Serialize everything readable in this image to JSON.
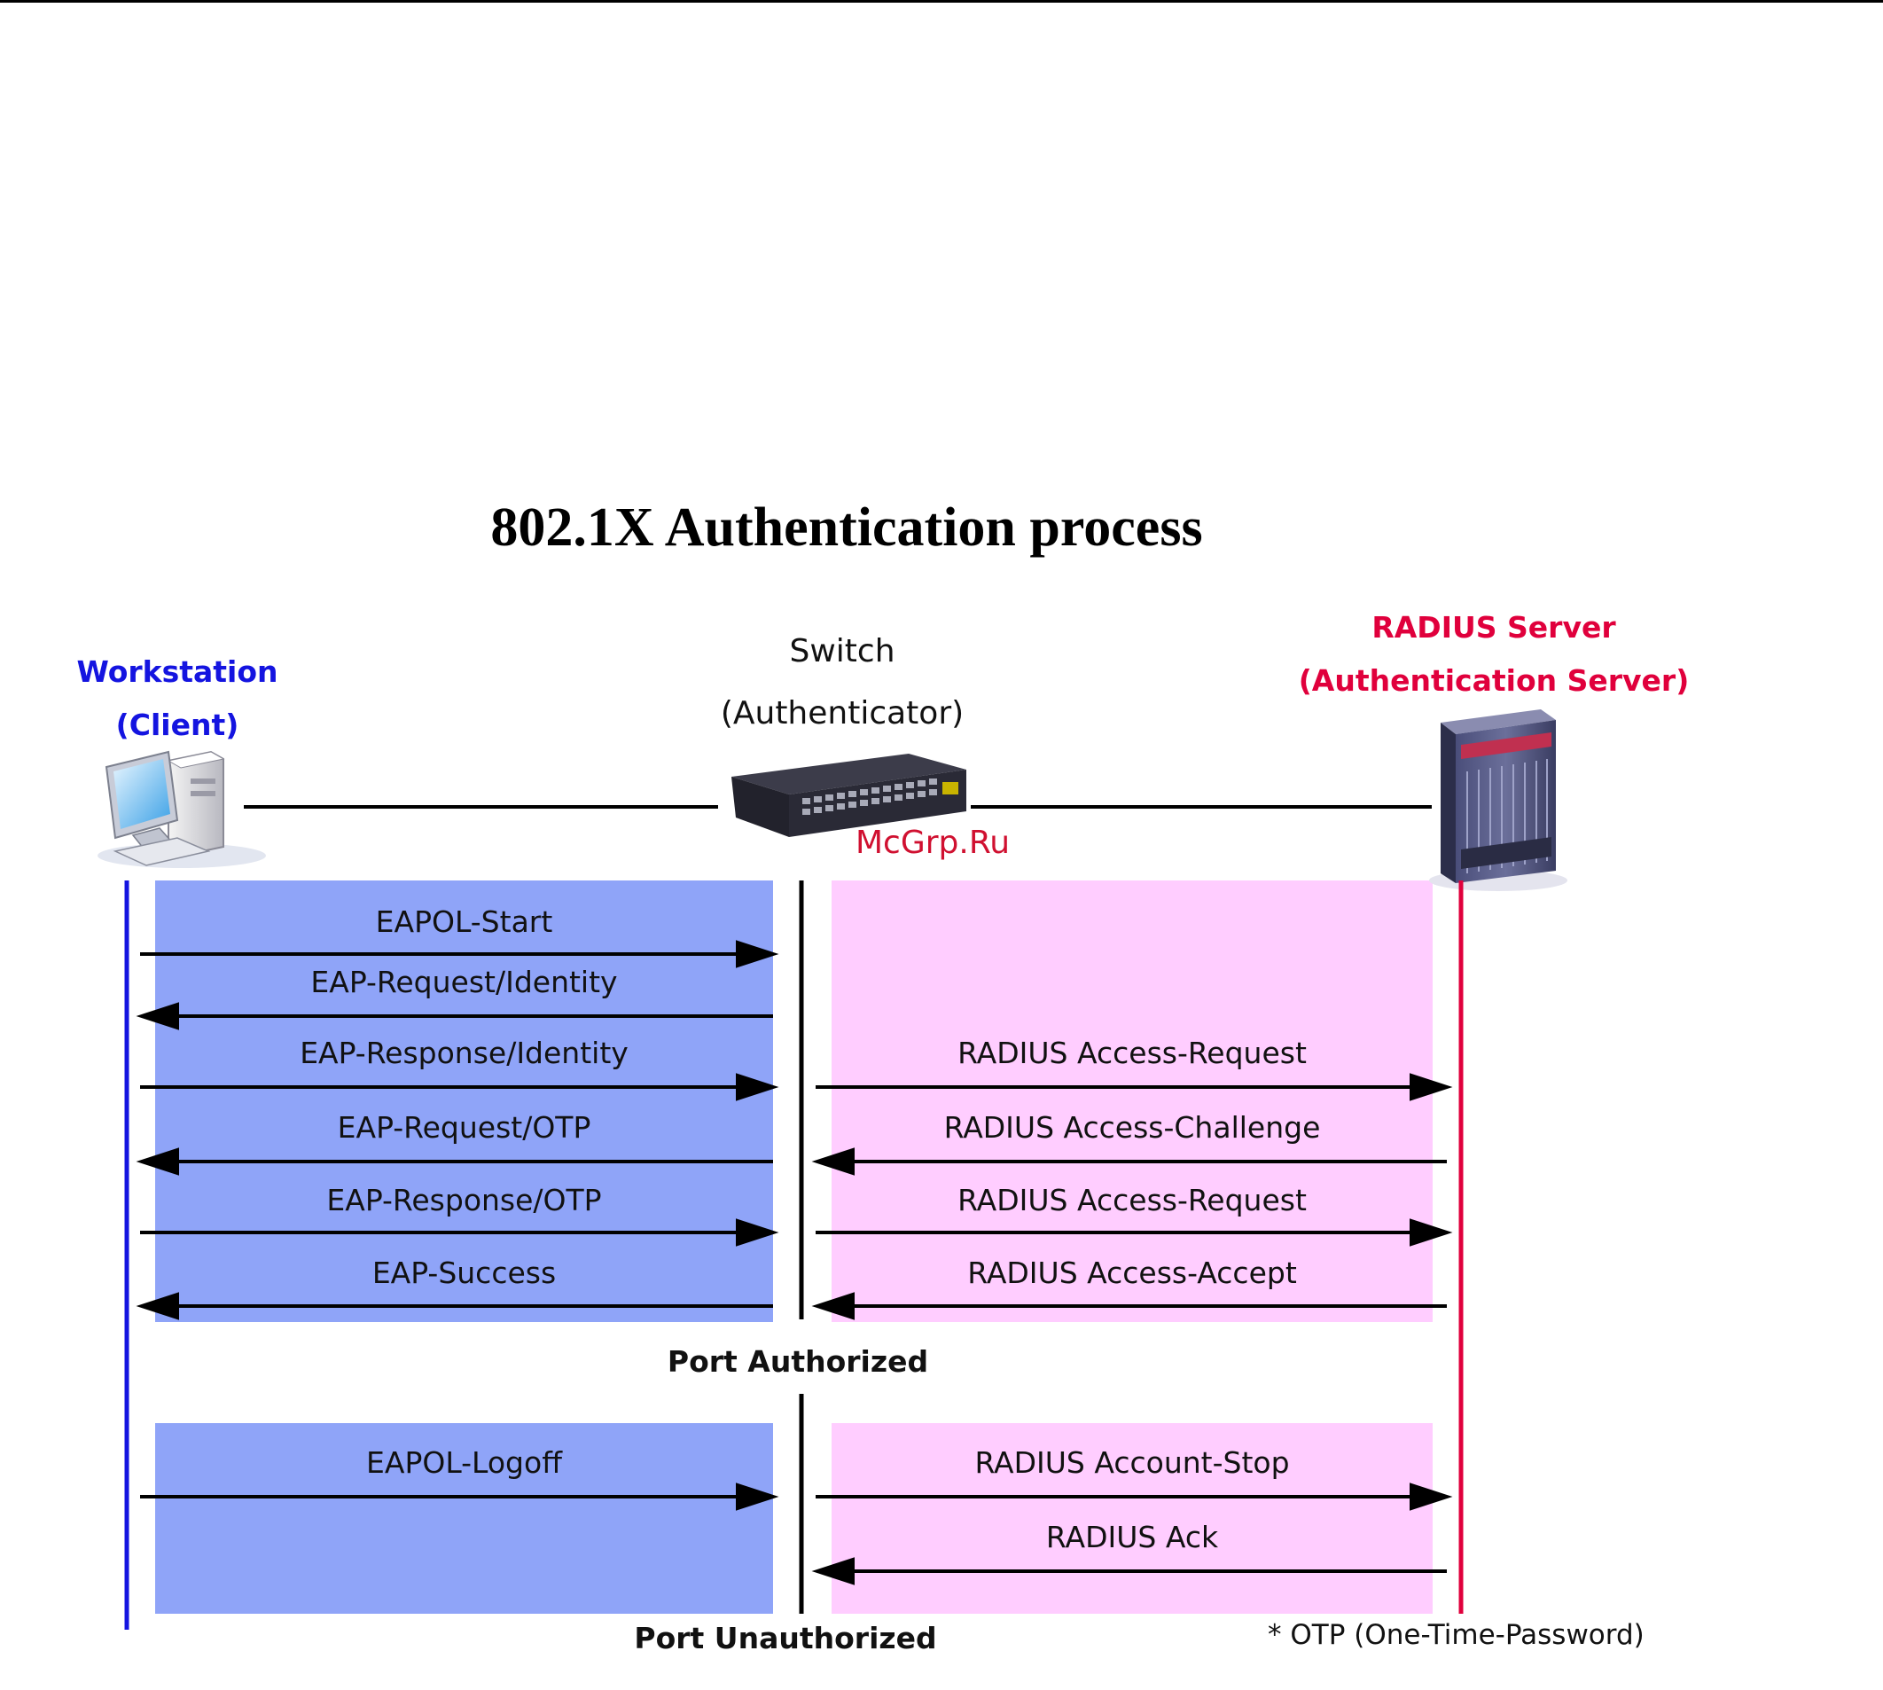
{
  "title": "802.1X Authentication process",
  "parties": {
    "workstation": {
      "line1": "Workstation",
      "line2": "(Client)",
      "color": "#1414e0",
      "icon": "workstation-computer-icon"
    },
    "switch": {
      "line1": "Switch",
      "line2": "(Authenticator)",
      "color": "#111111",
      "icon": "network-switch-icon"
    },
    "radius": {
      "line1": "RADIUS Server",
      "line2": "(Authentication Server)",
      "color": "#e0003c",
      "icon": "radius-server-rack-icon"
    }
  },
  "colors": {
    "client_panel": "#8fa4f8",
    "server_panel": "#ffcdff",
    "client_lifeline": "#1414e0",
    "server_lifeline": "#e0003c"
  },
  "messages_client": [
    {
      "label": "EAPOL-Start",
      "direction": "right"
    },
    {
      "label": "EAP-Request/Identity",
      "direction": "left"
    },
    {
      "label": "EAP-Response/Identity",
      "direction": "right"
    },
    {
      "label": "EAP-Request/OTP",
      "direction": "left"
    },
    {
      "label": "EAP-Response/OTP",
      "direction": "right"
    },
    {
      "label": "EAP-Success",
      "direction": "left"
    },
    {
      "label": "EAPOL-Logoff",
      "direction": "right"
    }
  ],
  "messages_server": [
    {
      "label": "RADIUS Access-Request",
      "direction": "right"
    },
    {
      "label": "RADIUS Access-Challenge",
      "direction": "left"
    },
    {
      "label": "RADIUS Access-Request",
      "direction": "right"
    },
    {
      "label": "RADIUS Access-Accept",
      "direction": "left"
    },
    {
      "label": "RADIUS Account-Stop",
      "direction": "right"
    },
    {
      "label": "RADIUS Ack",
      "direction": "left"
    }
  ],
  "status": {
    "authorized": "Port Authorized",
    "unauthorized": "Port Unauthorized"
  },
  "footnote": "* OTP (One-Time-Password)",
  "watermark": "McGrp.Ru"
}
